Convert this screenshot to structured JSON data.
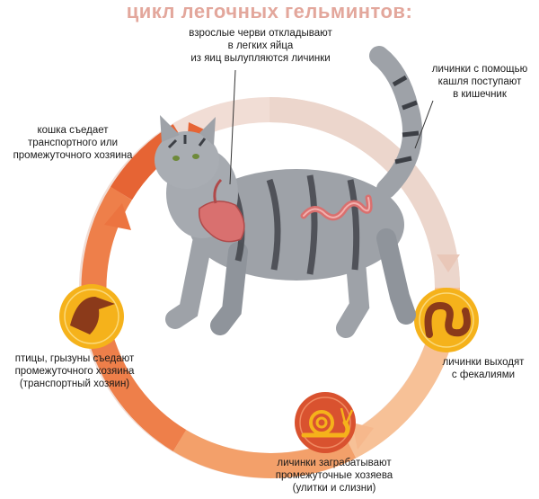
{
  "title": "цикл легочных гельминтов:",
  "steps": [
    {
      "lines": [
        "взрослые черви откладывают",
        "в легких яйца",
        "из яиц вылупляются личинки"
      ]
    },
    {
      "lines": [
        "личинки с помощью",
        "кашля поступают",
        "в кишечник"
      ]
    },
    {
      "lines": [
        "личинки выходят",
        "с фекалиями"
      ]
    },
    {
      "lines": [
        "личинки заграбатывают",
        "промежуточные хозяева",
        "(улитки и слизни)"
      ]
    },
    {
      "lines": [
        "птицы, грызуны съедают",
        "промежуточного хозяина",
        "(транспортный хозяин)"
      ]
    },
    {
      "lines": [
        "кошка съедает",
        "транспортного или",
        "промежуточного хозяина"
      ]
    }
  ],
  "icons": [
    "bird-icon",
    "worm-icon",
    "snail-icon",
    "cat-icon",
    "lungs-icon",
    "intestine-icon"
  ],
  "colors": {
    "title": "#e3a79c",
    "ring_light": "#efd8d0",
    "ring_orange": "#f0935b",
    "ring_dark": "#e2603b",
    "icon_yellow": "#f5b21b",
    "icon_brown": "#8b3a1a",
    "cat_body": "#9ea2a8",
    "cat_stripe": "#3c3f45",
    "organ": "#d9706f"
  }
}
